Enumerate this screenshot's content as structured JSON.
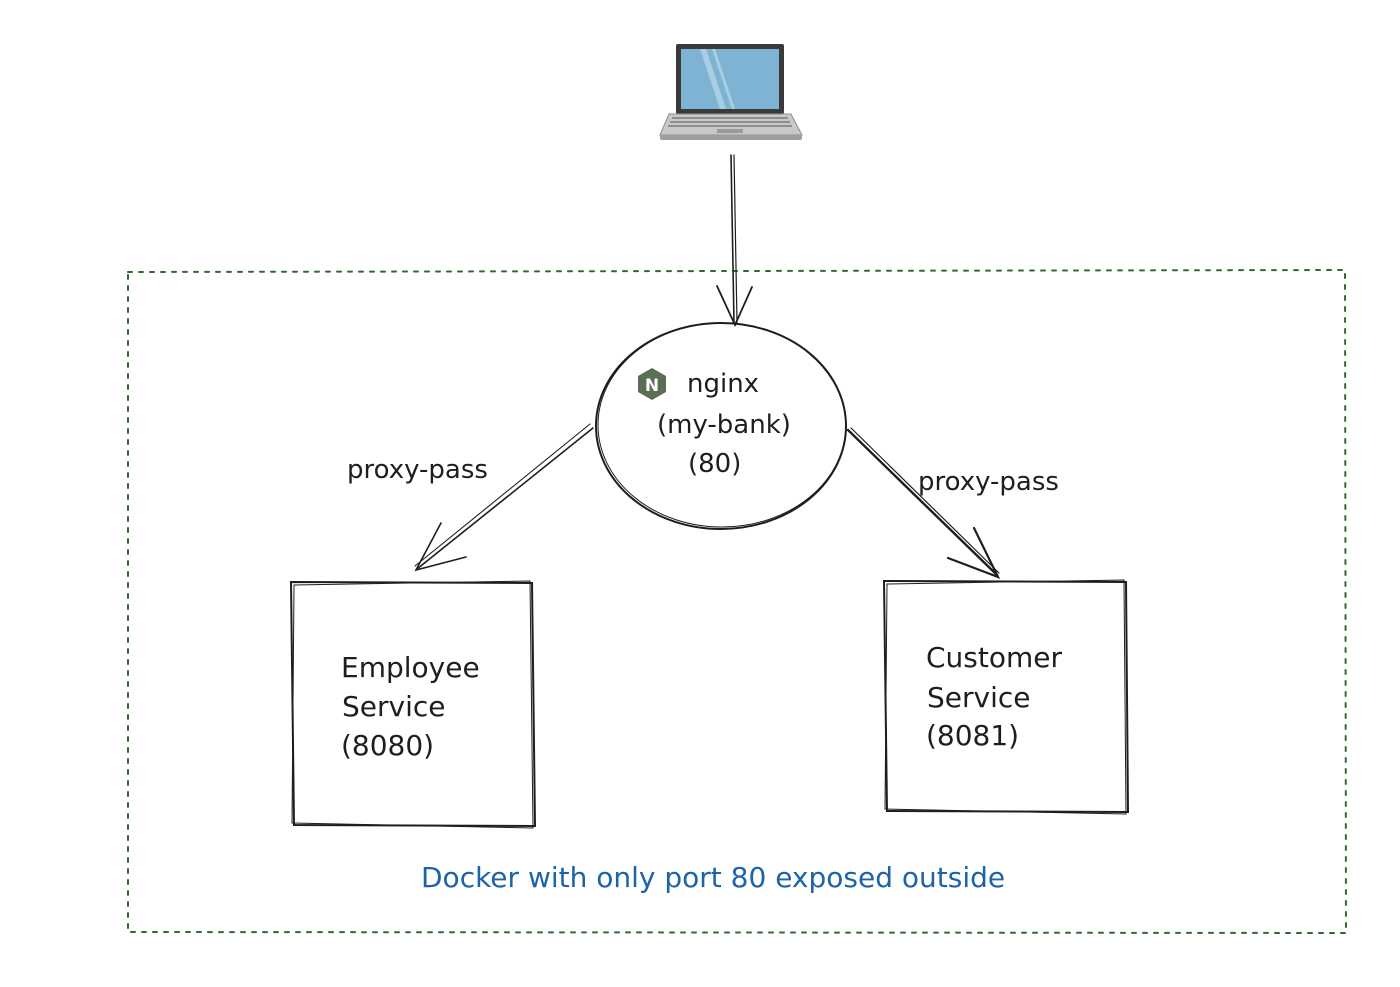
{
  "nginx": {
    "logo_letter": "N",
    "name": "nginx",
    "subtitle": "(my-bank)",
    "port": "(80)"
  },
  "edges": {
    "left_label": "proxy-pass",
    "right_label": "proxy-pass"
  },
  "employee_service": {
    "line1": "Employee",
    "line2": "Service",
    "port": "(8080)"
  },
  "customer_service": {
    "line1": "Customer",
    "line2": "Service",
    "port": "(8081)"
  },
  "docker": {
    "caption": "Docker with only port 80 exposed outside"
  },
  "colors": {
    "ink": "#1e1e1e",
    "container_border": "#2f6b2f",
    "caption": "#1c63a8",
    "laptop_screen": "#7fb3d3",
    "laptop_body": "#c8c8c8",
    "nginx_logo": "#5b6f57"
  },
  "icons": {
    "client": "laptop-icon",
    "nginx": "nginx-logo-icon"
  }
}
